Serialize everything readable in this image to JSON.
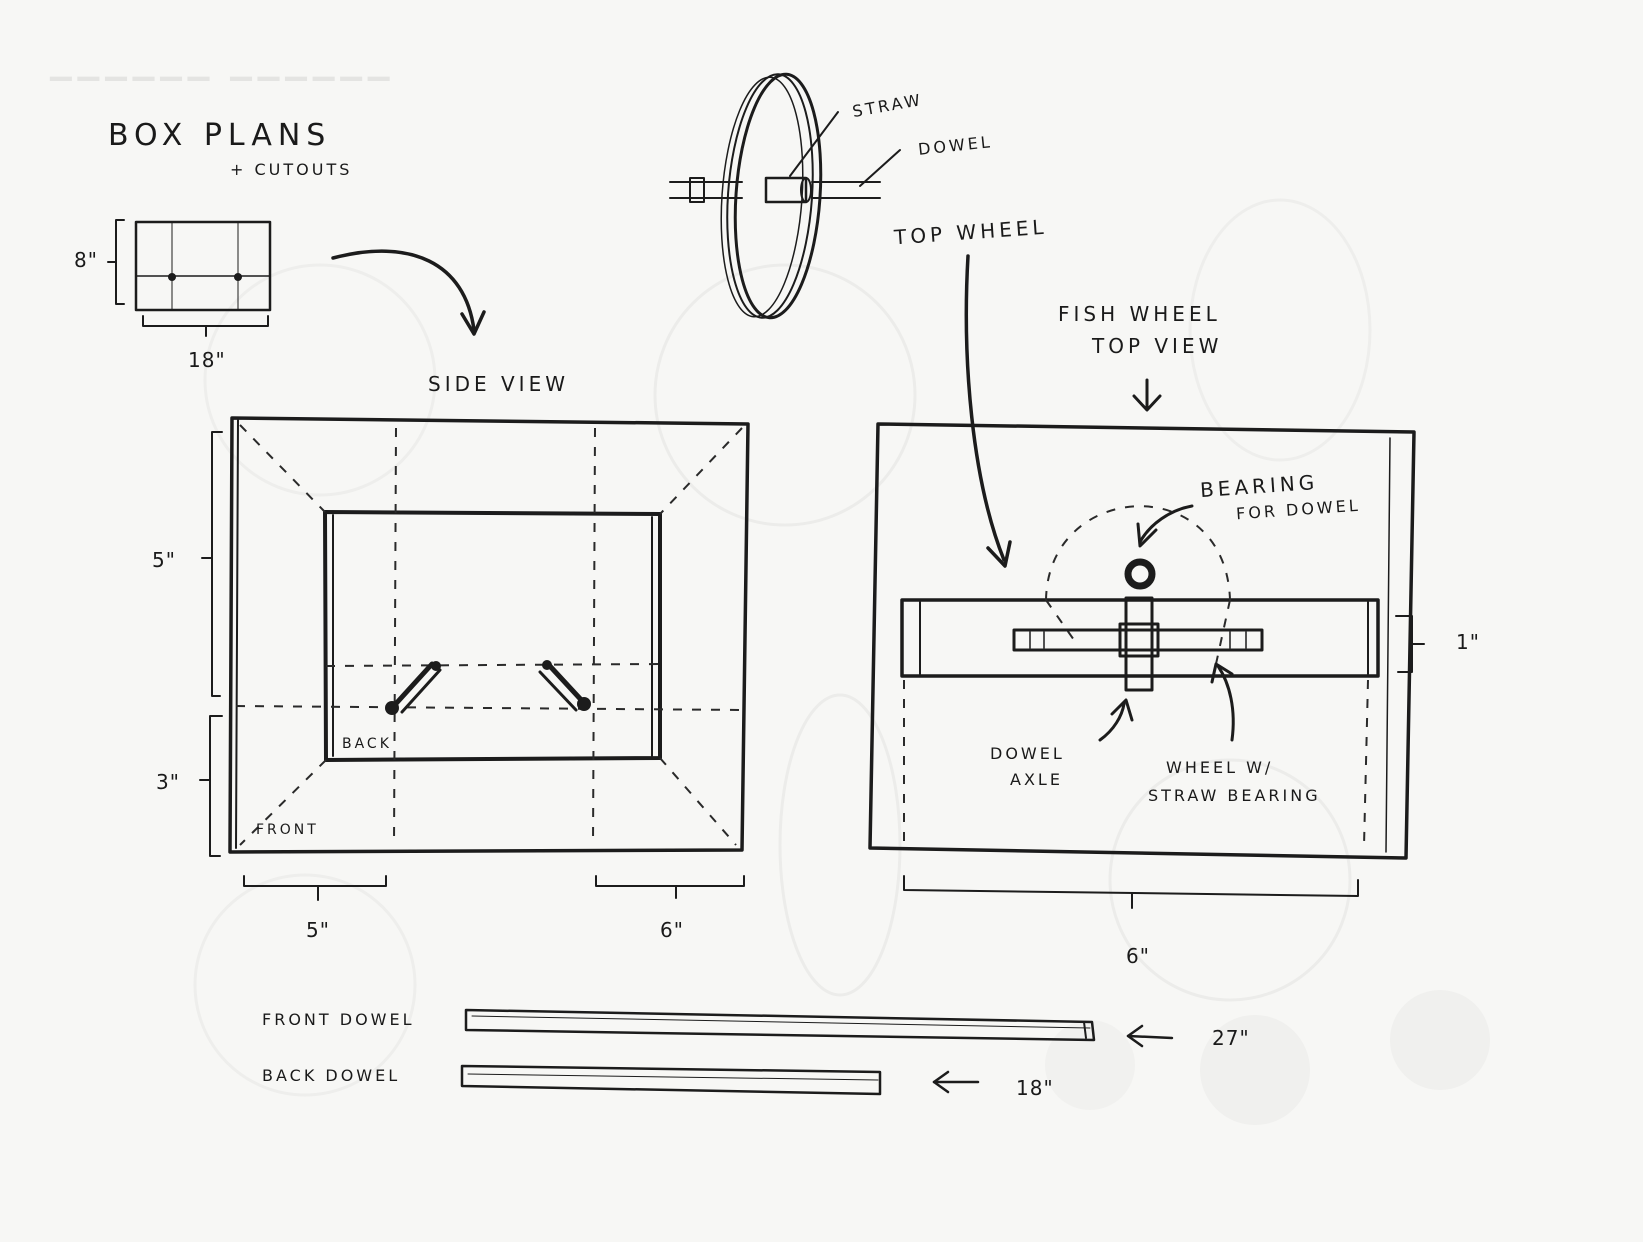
{
  "title": "BOX PLANS",
  "subtitle": "+ CUTOUTS",
  "box": {
    "height": "8\"",
    "width": "18\""
  },
  "side_view": {
    "title": "SIDE VIEW",
    "height_top": "5\"",
    "height_bottom": "3\"",
    "width_left": "5\"",
    "width_right": "6\"",
    "label_back": "BACK",
    "label_front": "FRONT"
  },
  "wheel_detail": {
    "straw": "STRAW",
    "dowel": "DOWEL"
  },
  "top_view": {
    "top_wheel": "TOP WHEEL",
    "title_line1": "FISH WHEEL",
    "title_line2": "TOP VIEW",
    "bearing_line1": "BEARING",
    "bearing_line2": "FOR DOWEL",
    "axle_line1": "DOWEL",
    "axle_line2": "AXLE",
    "wheel_line1": "WHEEL W/",
    "wheel_line2": "STRAW BEARING",
    "slot_height": "1\"",
    "depth": "6\""
  },
  "dowels": {
    "front_label": "FRONT DOWEL",
    "front_length": "27\"",
    "back_label": "BACK DOWEL",
    "back_length": "18\""
  }
}
